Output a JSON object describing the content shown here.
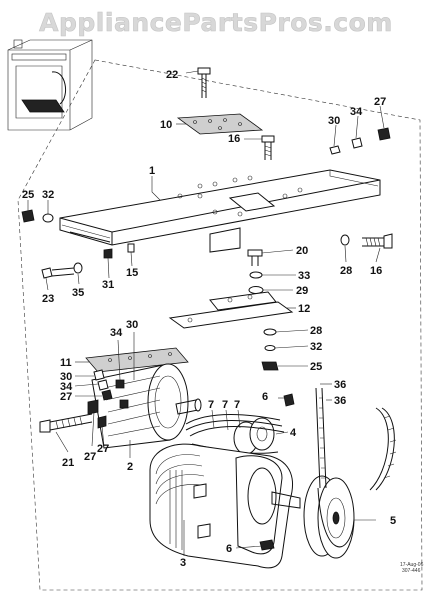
{
  "watermark": "AppliancePartsPros.com",
  "date_stamp": [
    "17-Aug-06",
    "307-446"
  ],
  "callouts": {
    "c1": "1",
    "c2": "2",
    "c3": "3",
    "c4": "4",
    "c5": "5",
    "c6a": "6",
    "c6b": "6",
    "c7a": "7",
    "c7b": "7",
    "c7c": "7",
    "c10": "10",
    "c11": "11",
    "c12": "12",
    "c15": "15",
    "c16a": "16",
    "c16b": "16",
    "c20": "20",
    "c21": "21",
    "c22": "22",
    "c23": "23",
    "c25a": "25",
    "c25b": "25",
    "c27a": "27",
    "c27b": "27",
    "c27c": "27",
    "c27d": "27",
    "c28a": "28",
    "c28b": "28",
    "c29": "29",
    "c30a": "30",
    "c30b": "30",
    "c30c": "30",
    "c31": "31",
    "c32a": "32",
    "c32b": "32",
    "c33": "33",
    "c34a": "34",
    "c34b": "34",
    "c34c": "34",
    "c35": "35",
    "c36a": "36",
    "c36b": "36"
  }
}
